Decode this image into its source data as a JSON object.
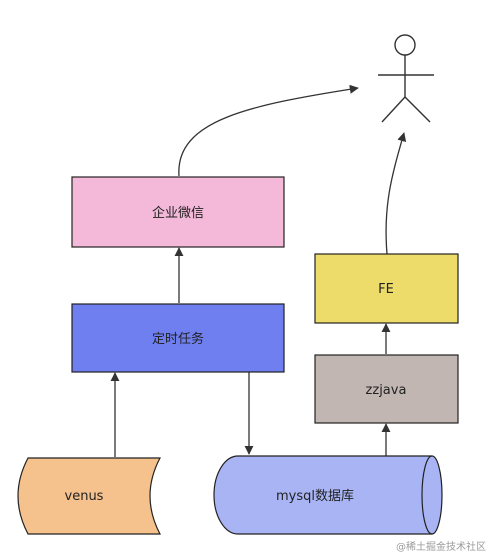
{
  "nodes": {
    "wecom": {
      "label": "企业微信",
      "fill": "#f4b8d9"
    },
    "cron": {
      "label": "定时任务",
      "fill": "#6f7ff0"
    },
    "venus": {
      "label": "venus",
      "fill": "#f5c18c"
    },
    "mysql": {
      "label": "mysql数据库",
      "fill": "#a9b4f5"
    },
    "zzjava": {
      "label": "zzjava",
      "fill": "#c2b6b2"
    },
    "fe": {
      "label": "FE",
      "fill": "#eedc6a"
    }
  },
  "colors": {
    "stroke": "#222222",
    "line": "#333333"
  },
  "watermark": "@稀土掘金技术社区"
}
